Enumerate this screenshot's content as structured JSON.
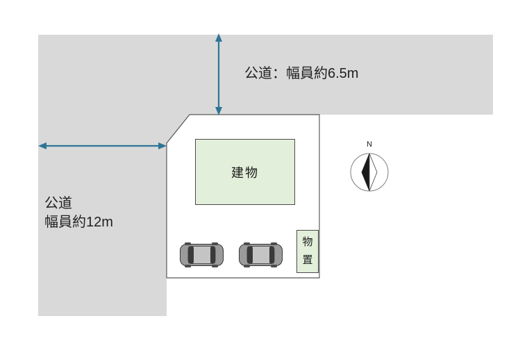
{
  "labels": {
    "road_top": "公道：幅員約6.5m",
    "road_left_line1": "公道",
    "road_left_line2": "幅員約12m",
    "building": "建物",
    "storage": "物置",
    "compass_north": "N"
  },
  "colors": {
    "road_fill": "#d9d9d9",
    "arrow": "#2e7596",
    "plot_outline": "#595959",
    "building_fill": "#e2efda",
    "storage_fill": "#e2efda"
  }
}
